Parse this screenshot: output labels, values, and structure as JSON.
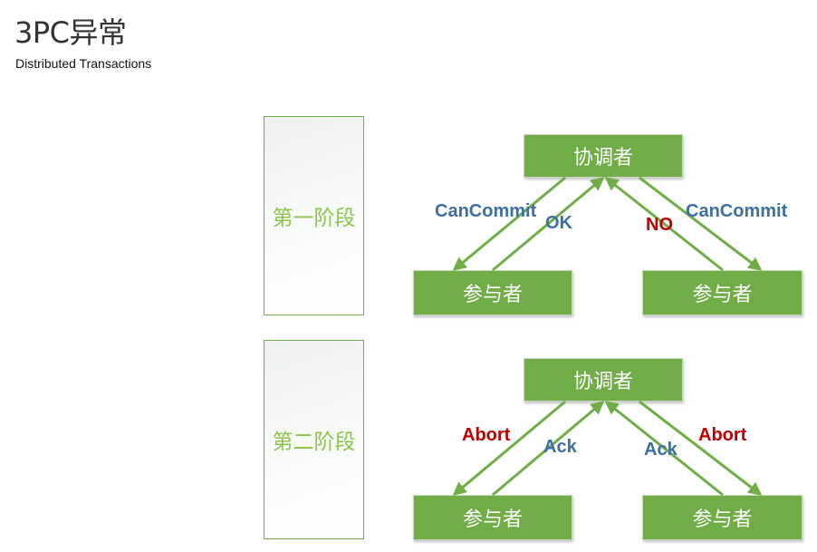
{
  "header": {
    "title": "3PC异常",
    "subtitle": "Distributed Transactions"
  },
  "colors": {
    "node_fill": "#70ad47",
    "arrow": "#70ad47",
    "phase_text": "#8dc44b",
    "label_blue": "#3e6fa3",
    "label_red": "#c00000"
  },
  "phases": [
    {
      "label": "第一阶段",
      "coordinator": "协调者",
      "participants": [
        "参与者",
        "参与者"
      ],
      "messages": {
        "left_down": {
          "text": "CanCommit",
          "color": "#3e6fa3"
        },
        "left_up": {
          "text": "OK",
          "color": "#3e6fa3"
        },
        "right_up": {
          "text": "NO",
          "color": "#c00000"
        },
        "right_down": {
          "text": "CanCommit",
          "color": "#3e6fa3"
        }
      }
    },
    {
      "label": "第二阶段",
      "coordinator": "协调者",
      "participants": [
        "参与者",
        "参与者"
      ],
      "messages": {
        "left_down": {
          "text": "Abort",
          "color": "#c00000"
        },
        "left_up": {
          "text": "Ack",
          "color": "#3e6fa3"
        },
        "right_up": {
          "text": "Ack",
          "color": "#3e6fa3"
        },
        "right_down": {
          "text": "Abort",
          "color": "#c00000"
        }
      }
    }
  ]
}
